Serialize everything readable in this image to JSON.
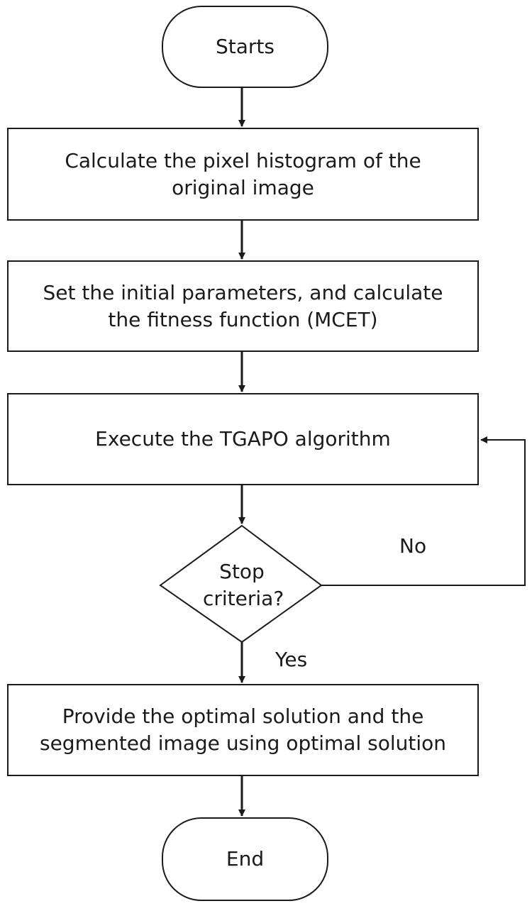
{
  "flowchart": {
    "start": "Starts",
    "step1": "Calculate the pixel histogram of the original image",
    "step2": "Set the initial parameters, and calculate the fitness function (MCET)",
    "step3": "Execute the TGAPO algorithm",
    "decision": "Stop criteria?",
    "no_label": "No",
    "yes_label": "Yes",
    "step4": "Provide the optimal solution and the segmented image using optimal solution",
    "end": "End"
  },
  "colors": {
    "stroke": "#1a1a1a",
    "background": "#ffffff"
  }
}
